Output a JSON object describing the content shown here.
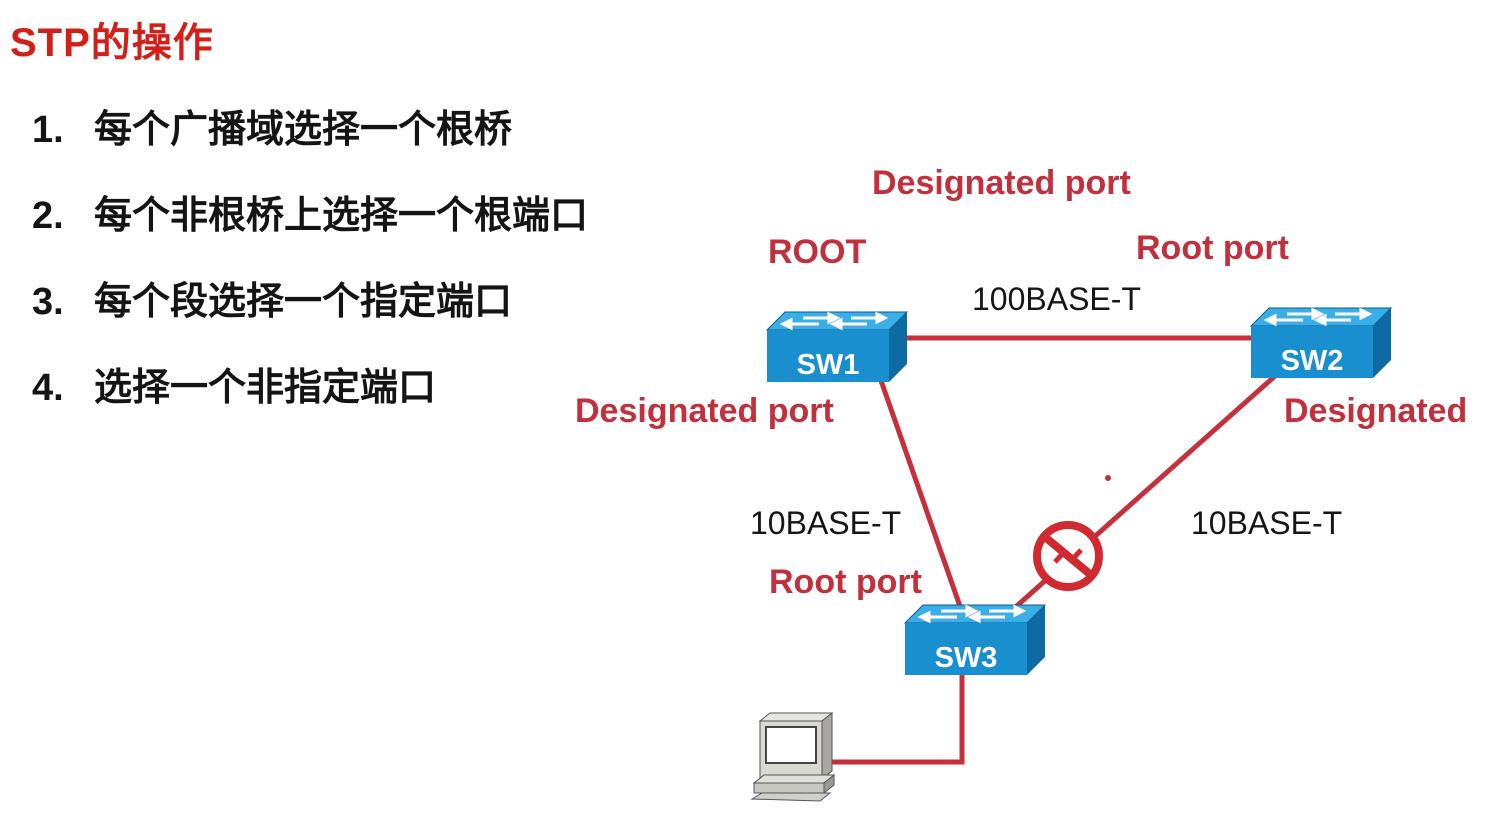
{
  "slide": {
    "title": "STP的操作"
  },
  "steps": [
    {
      "number": "1.",
      "text": "每个广播域选择一个根桥"
    },
    {
      "number": "2.",
      "text": "每个非根桥上选择一个根端口"
    },
    {
      "number": "3.",
      "text": "每个段选择一个指定端口"
    },
    {
      "number": "4.",
      "text": "选择一个非指定端口"
    }
  ],
  "diagram": {
    "switches": [
      {
        "id": "sw1",
        "label": "SW1"
      },
      {
        "id": "sw2",
        "label": "SW2"
      },
      {
        "id": "sw3",
        "label": "SW3"
      }
    ],
    "links": [
      {
        "from": "SW1",
        "to": "SW2",
        "media": "100BASE-T",
        "state": "forwarding"
      },
      {
        "from": "SW1",
        "to": "SW3",
        "media": "10BASE-T",
        "state": "forwarding"
      },
      {
        "from": "SW2",
        "to": "SW3",
        "media": "10BASE-T",
        "state": "blocked"
      },
      {
        "from": "SW3",
        "to": "PC",
        "media": "",
        "state": "forwarding"
      }
    ],
    "port_labels": {
      "root_bridge": "ROOT",
      "sw1_sw2_designated": "Designated port",
      "sw2_root": "Root port",
      "sw1_sw3_designated": "Designated port",
      "sw2_sw3_designated": "Designated",
      "sw3_root": "Root port"
    },
    "media_labels": {
      "sw1_sw2": "100BASE-T",
      "sw1_sw3": "10BASE-T",
      "sw2_sw3": "10BASE-T"
    },
    "icons": {
      "switch": "workgroup-switch-icon",
      "blocked": "blocked-port-icon",
      "host": "pc-workstation-icon"
    },
    "colors": {
      "title": "#d21f17",
      "port_label": "#c0303d",
      "link": "#c6303b",
      "switch_front": "#1a8fd0",
      "switch_top": "#3aaee6",
      "switch_side": "#0d6aa3",
      "blocked": "#d02a30"
    }
  }
}
